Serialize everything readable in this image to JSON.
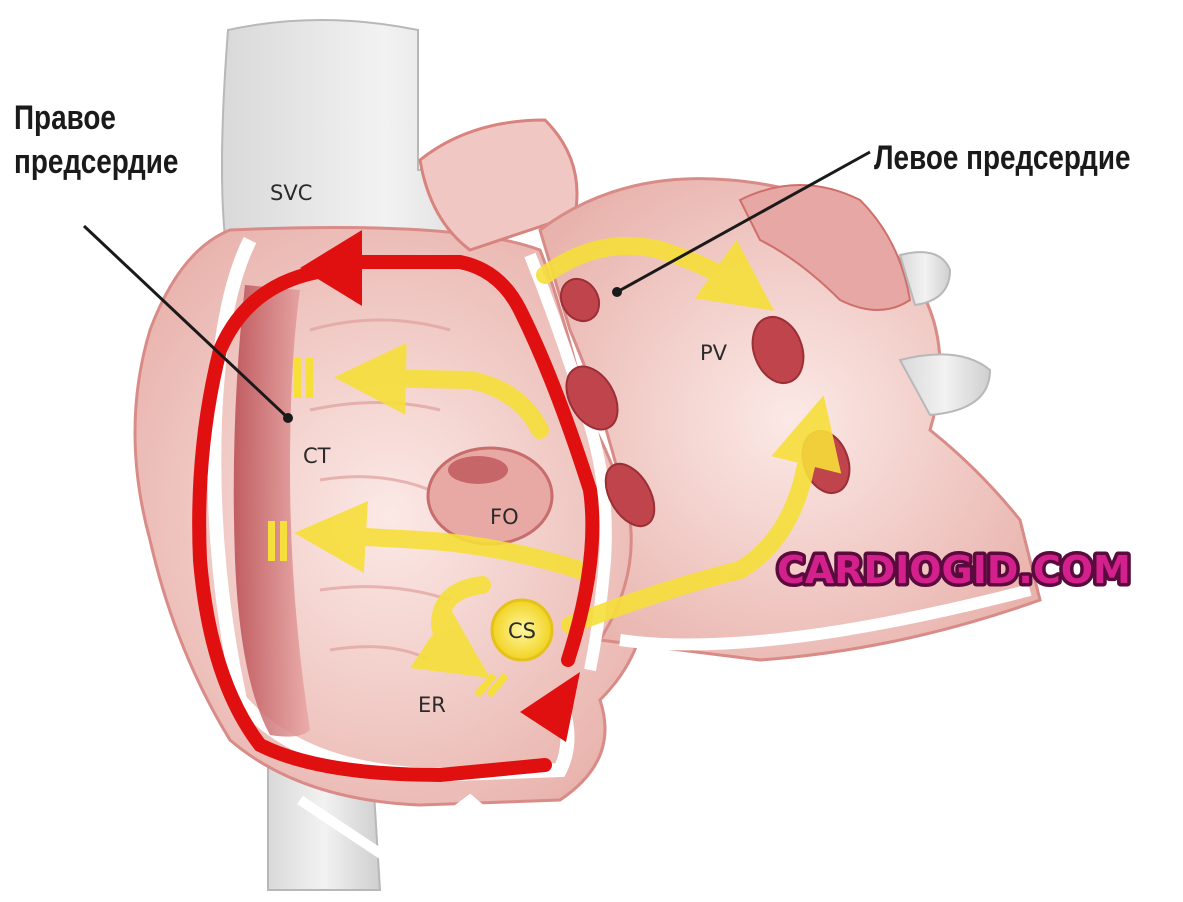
{
  "labels": {
    "right_atrium_line1": "Правое",
    "right_atrium_line2": "предсердие",
    "left_atrium": "Левое предсердие"
  },
  "structures": {
    "svc": "SVC",
    "ct": "CT",
    "fo": "FO",
    "cs": "CS",
    "er": "ER",
    "pv": "PV"
  },
  "watermark": "CARDIOGID.COM",
  "colors": {
    "macro_reentry_arrow": "#e01010",
    "conduction_arrows": "#f6df3a",
    "tissue": "#f1c9c4",
    "watermark_fill": "#d4208c",
    "watermark_outline": "#5a0a3c"
  }
}
